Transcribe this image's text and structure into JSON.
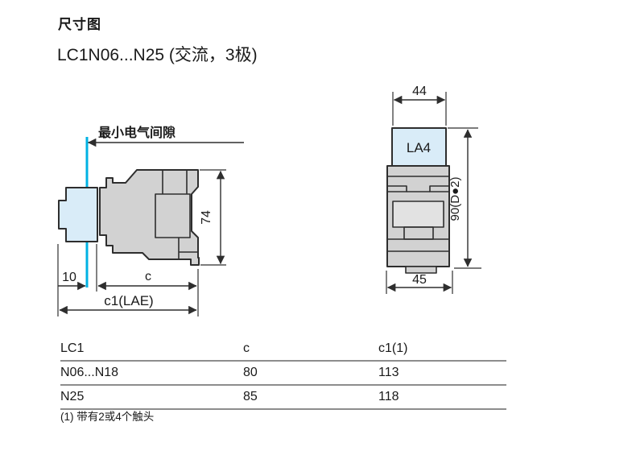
{
  "page": {
    "title": "尺寸图",
    "subtitle": "LC1N06...N25 (交流，3极)"
  },
  "left_diagram": {
    "clearance_label": "最小电气间隙",
    "dim_height": "74",
    "dim_offset": "10",
    "dim_c": "c",
    "dim_c1": "c1(LAE)"
  },
  "right_diagram": {
    "module_label": "LA4",
    "dim_top_width": "44",
    "dim_bottom_width": "45",
    "dim_height": "90(D●2)"
  },
  "table": {
    "columns": [
      "LC1",
      "c",
      "c1(1)"
    ],
    "rows": [
      [
        "N06...N18",
        "80",
        "113"
      ],
      [
        "N25",
        "85",
        "118"
      ]
    ],
    "footnote": "(1) 带有2或4个触头"
  },
  "colors": {
    "accent_cyan": "#00b2e3",
    "body_gray": "#d2d2d2",
    "panel_gray": "#e2e2e2",
    "module_blue": "#d9ecf8",
    "outline": "#2e2e2e",
    "table_rule": "#8d8d8d"
  }
}
